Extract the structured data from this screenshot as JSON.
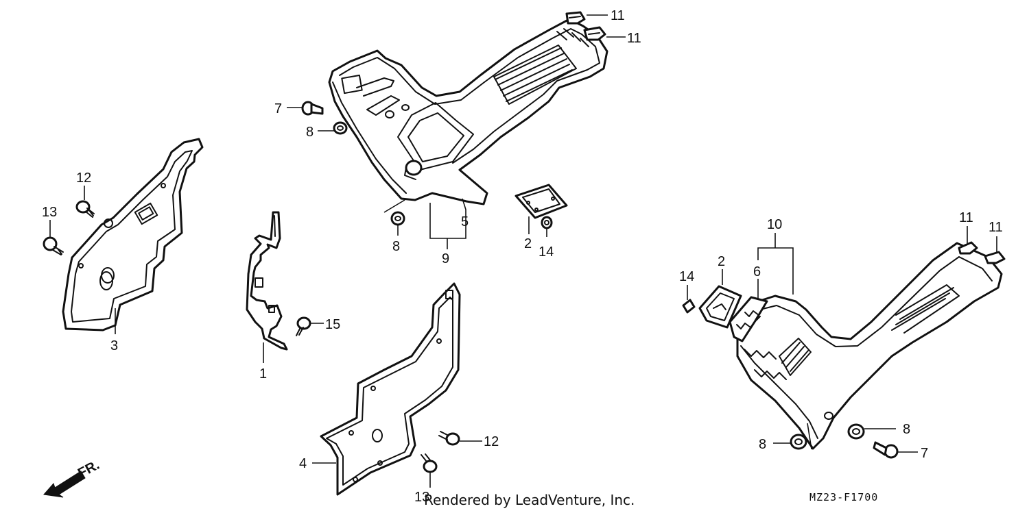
{
  "callouts": {
    "c11a": "11",
    "c11b": "11",
    "c7a": "7",
    "c8a": "8",
    "c12a": "12",
    "c13a": "13",
    "c3": "3",
    "c1": "1",
    "c15": "15",
    "c8b": "8",
    "c9": "9",
    "c5": "5",
    "c2a": "2",
    "c14a": "14",
    "c4": "4",
    "c12b": "12",
    "c13b": "13",
    "c10": "10",
    "c11c": "11",
    "c11d": "11",
    "c14b": "14",
    "c2b": "2",
    "c6": "6",
    "c8c": "8",
    "c8d": "8",
    "c7b": "7"
  },
  "front_arrow_label": "FR.",
  "credit": "Rendered by LeadVenture, Inc.",
  "diagram_code": "MZ23-F1700"
}
